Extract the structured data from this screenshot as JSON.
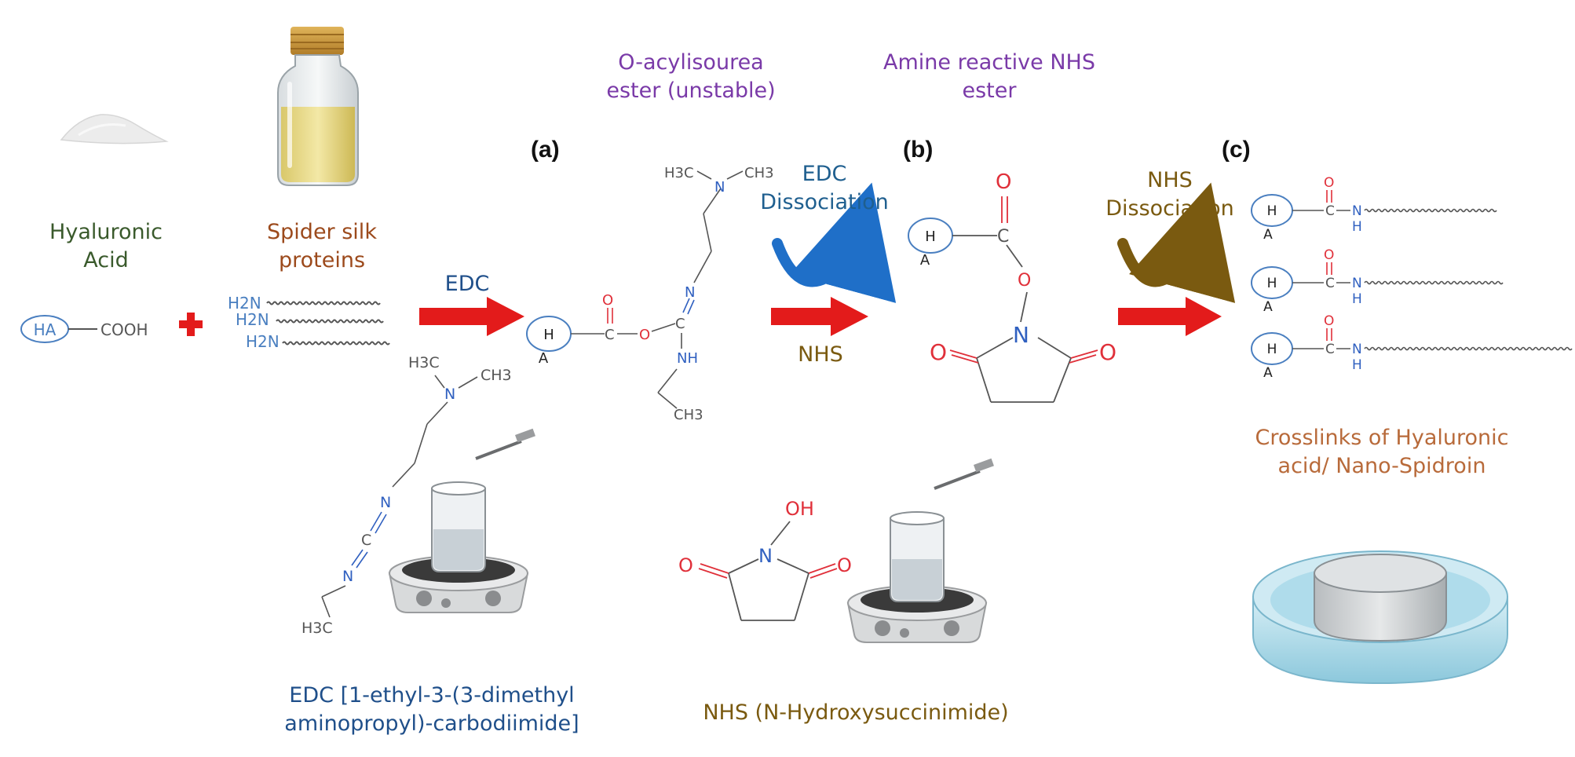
{
  "reactants": {
    "hyaluronic_acid": "Hyaluronic\nAcid",
    "spider_silk": "Spider silk\nproteins",
    "ha_abbr": "HA",
    "cooh": "COOH",
    "h2n": "H2N"
  },
  "steps": {
    "edc_arrow": "EDC",
    "nhs_arrow": "NHS",
    "edc_dissociation": "EDC\nDissociation",
    "nhs_dissociation": "NHS\nDissociation"
  },
  "intermediates": {
    "o_acylisourea": "O-acylisourea\nester (unstable)",
    "amine_reactive": "Amine reactive NHS\nester"
  },
  "panel_tags": {
    "a": "(a)",
    "b": "(b)",
    "c": "(c)"
  },
  "product": {
    "label": "Crosslinks of Hyaluronic\nacid/ Nano-Spidroin"
  },
  "reagents": {
    "edc_full": "EDC [1-ethyl-3-(3-dimethyl\naminopropyl)-carbodiimide]",
    "nhs_full": "NHS (N-Hydroxysuccinimide)"
  },
  "atoms": {
    "H": "H",
    "A": "A",
    "O": "O",
    "C": "C",
    "N": "N",
    "NH": "NH",
    "OH": "OH",
    "H3C": "H3C",
    "CH3": "CH3"
  },
  "colors": {
    "arrow_red": "#e31b1b",
    "edc_curve": "#1f6fc8",
    "nhs_curve": "#7a5a10",
    "ha_ellipse": "#4a7fc0",
    "oxygen": "#e0303a",
    "nitrogen": "#3060c0",
    "bond": "#555555",
    "cross": "#e31b1b"
  }
}
